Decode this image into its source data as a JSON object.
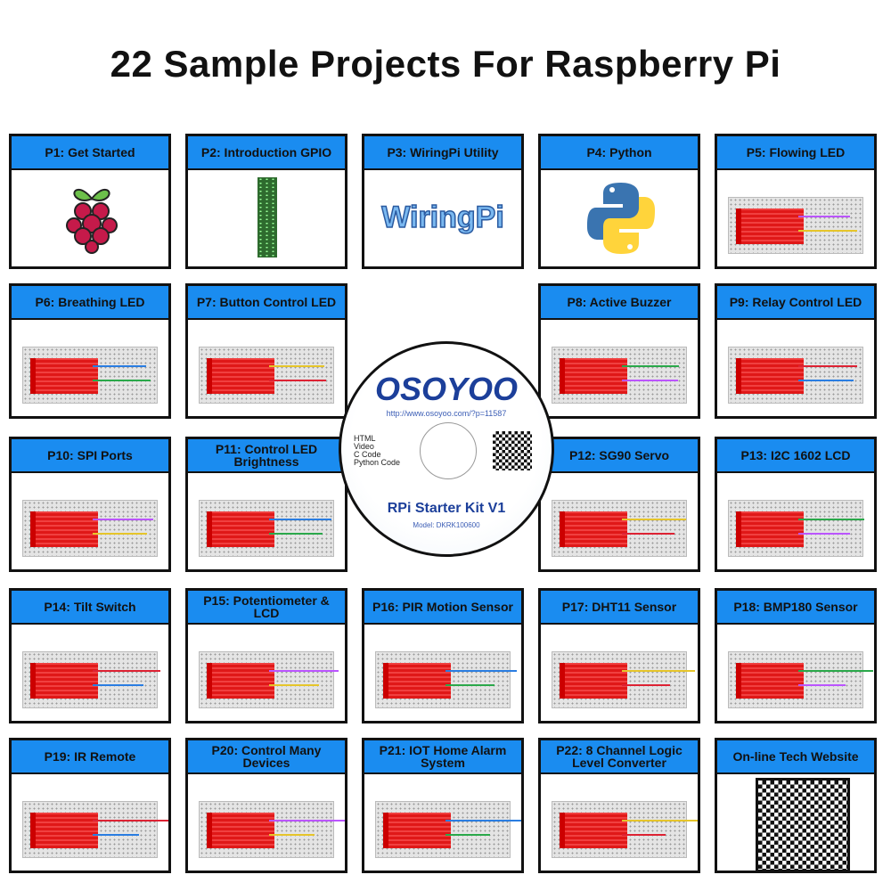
{
  "title": "22 Sample Projects For Raspberry Pi",
  "cards": [
    {
      "label": "P1: Get Started",
      "kind": "raspberry"
    },
    {
      "label": "P2: Introduction GPIO",
      "kind": "gpio"
    },
    {
      "label": "P3: WiringPi Utility",
      "kind": "wiringpi",
      "logo_text": "WiringPi"
    },
    {
      "label": "P4: Python",
      "kind": "python"
    },
    {
      "label": "P5: Flowing LED",
      "kind": "breadboard"
    },
    {
      "label": "P6: Breathing LED",
      "kind": "breadboard"
    },
    {
      "label": "P7: Button Control LED",
      "kind": "breadboard"
    },
    {
      "label": "P8: Active Buzzer",
      "kind": "breadboard"
    },
    {
      "label": "P9: Relay Control LED",
      "kind": "breadboard"
    },
    {
      "label": "P10: SPI Ports",
      "kind": "breadboard"
    },
    {
      "label": "P11: Control LED Brightness",
      "kind": "breadboard"
    },
    {
      "label": "P12: SG90 Servo",
      "kind": "breadboard"
    },
    {
      "label": "P13: I2C 1602 LCD",
      "kind": "breadboard"
    },
    {
      "label": "P14: Tilt Switch",
      "kind": "breadboard"
    },
    {
      "label": "P15: Potentiometer & LCD",
      "kind": "breadboard"
    },
    {
      "label": "P16: PIR Motion Sensor",
      "kind": "breadboard"
    },
    {
      "label": "P17: DHT11 Sensor",
      "kind": "breadboard"
    },
    {
      "label": "P18: BMP180 Sensor",
      "kind": "breadboard"
    },
    {
      "label": "P19: IR Remote",
      "kind": "breadboard"
    },
    {
      "label": "P20: Control Many Devices",
      "kind": "breadboard"
    },
    {
      "label": "P21: IOT Home Alarm System",
      "kind": "breadboard"
    },
    {
      "label": "P22: 8 Channel Logic Level Converter",
      "kind": "breadboard"
    },
    {
      "label": "On-line Tech Website",
      "kind": "qr"
    }
  ],
  "cd": {
    "brand": "OSOYOO",
    "url": "http://www.osoyoo.com/?p=11587",
    "contents": [
      "HTML",
      "Video",
      "C Code",
      "Python Code"
    ],
    "kit_name": "RPi Starter Kit V1",
    "model": "Model: DKRK100600"
  }
}
